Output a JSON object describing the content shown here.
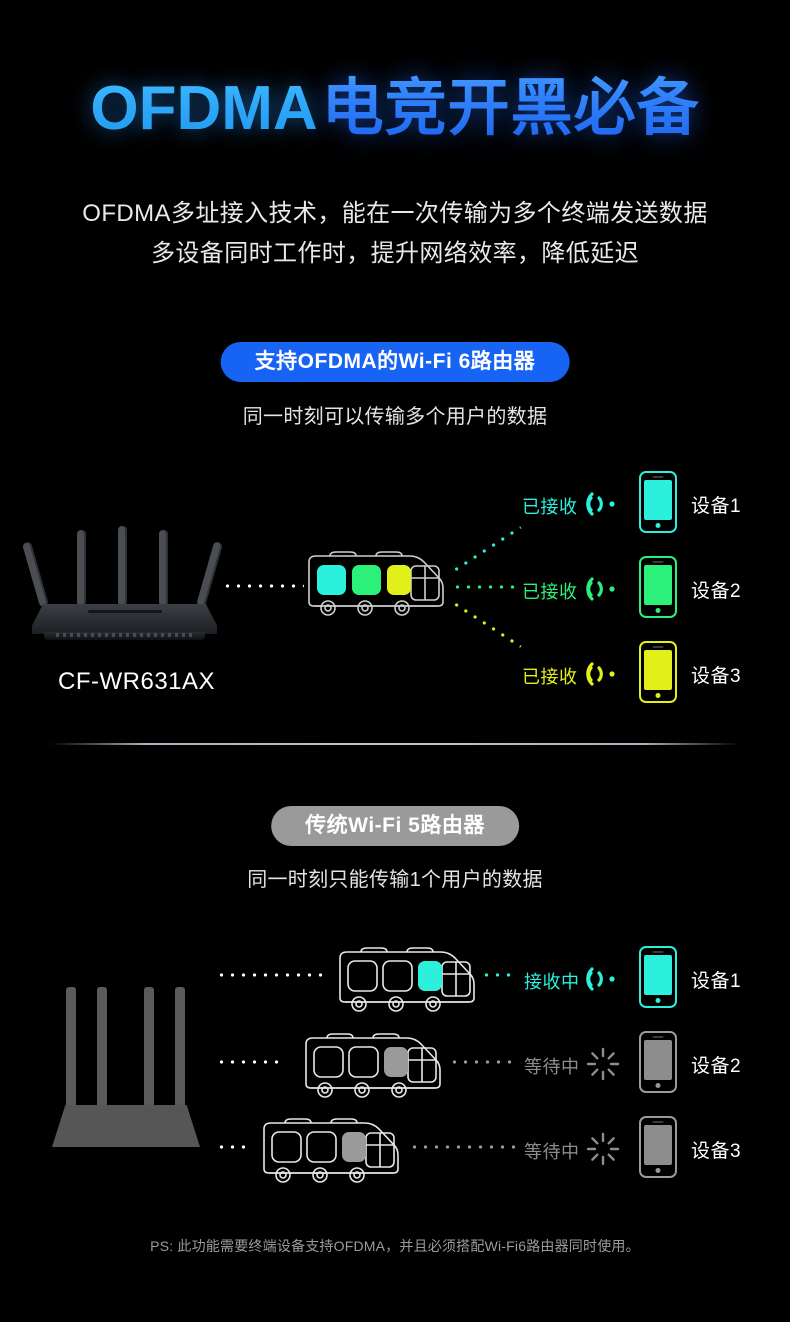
{
  "header": {
    "title_en": "OFDMA",
    "title_cn": "电竞开黑必备",
    "subtitle_line1": "OFDMA多址接入技术，能在一次传输为多个终端发送数据",
    "subtitle_line2": "多设备同时工作时，提升网络效率，降低延迟"
  },
  "section_wifi6": {
    "badge_label": "支持OFDMA的Wi-Fi 6路由器",
    "badge_color": "#1663F4",
    "caption": "同一时刻可以传输多个用户的数据",
    "router_label": "CF-WR631AX",
    "router_icon": "wifi-router-5-antenna-icon",
    "bus_icon": "bus-icon",
    "bus_slots": [
      {
        "color": "#2BF0DC",
        "filled": true
      },
      {
        "color": "#2BF07A",
        "filled": true
      },
      {
        "color": "#E2F019",
        "filled": true
      }
    ],
    "devices": [
      {
        "name": "设备1",
        "status": "已接收",
        "color": "#2BF0DC",
        "signal_icon": "wifi-signal-icon"
      },
      {
        "name": "设备2",
        "status": "已接收",
        "color": "#2BF07A",
        "signal_icon": "wifi-signal-icon"
      },
      {
        "name": "设备3",
        "status": "已接收",
        "color": "#E2F019",
        "signal_icon": "wifi-signal-icon"
      }
    ]
  },
  "section_wifi5": {
    "badge_label": "传统Wi-Fi 5路由器",
    "badge_color": "#9a9a9a",
    "caption": "同一时刻只能传输1个用户的数据",
    "router_icon": "wifi-router-4-antenna-icon",
    "bus_icon": "bus-icon",
    "buses": [
      {
        "slot_color": "#2BF0DC",
        "slot_index": 3
      },
      {
        "slot_color": "#9a9a9a",
        "slot_index": 3
      },
      {
        "slot_color": "#9a9a9a",
        "slot_index": 3
      }
    ],
    "devices": [
      {
        "name": "设备1",
        "status": "接收中",
        "color": "#2BF0DC",
        "signal_icon": "wifi-signal-icon"
      },
      {
        "name": "设备2",
        "status": "等待中",
        "color": "#8d8d8d",
        "signal_icon": "loading-spinner-icon"
      },
      {
        "name": "设备3",
        "status": "等待中",
        "color": "#8d8d8d",
        "signal_icon": "loading-spinner-icon"
      }
    ]
  },
  "footer": {
    "note": "PS: 此功能需要终端设备支持OFDMA，并且必须搭配Wi-Fi6路由器同时使用。"
  }
}
